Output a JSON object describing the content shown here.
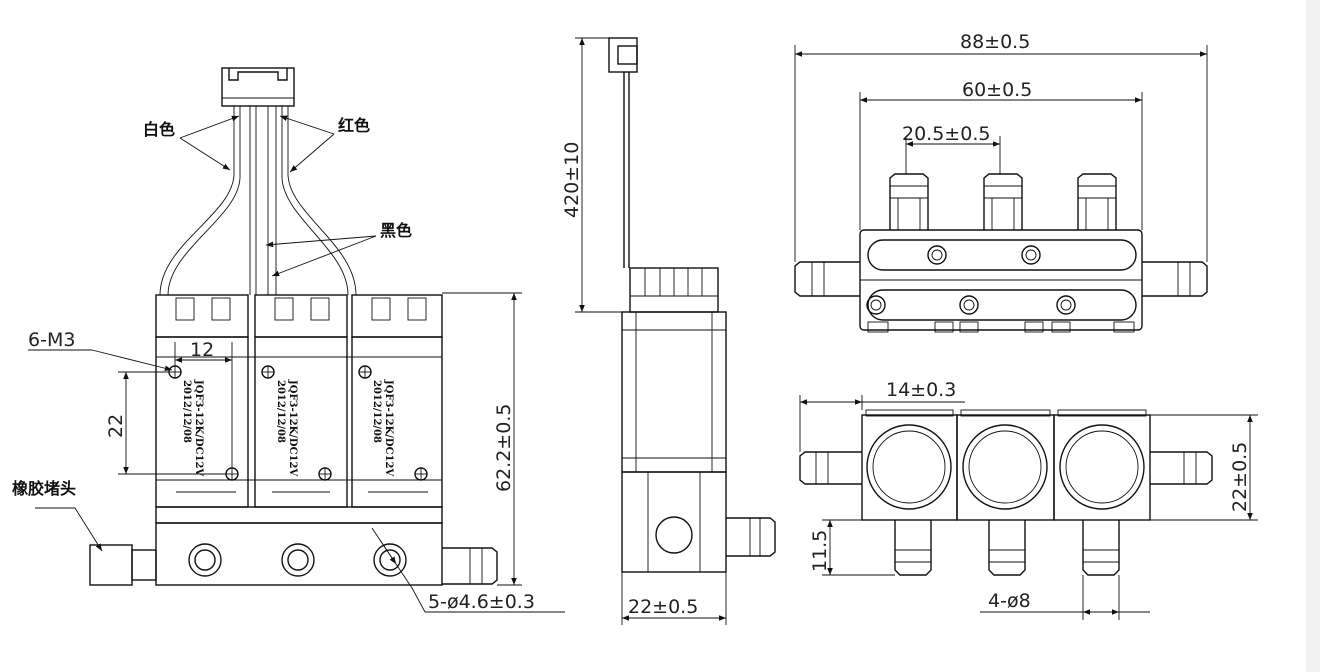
{
  "labels": {
    "white": "白色",
    "red": "红色",
    "black": "黑色",
    "rubber_plug": "橡胶堵头"
  },
  "dims": {
    "m3": "6-M3",
    "d12": "12",
    "d22_left": "22",
    "d622": "62.2±0.5",
    "holes": "5-ø4.6±0.3",
    "d420": "420±10",
    "d22side": "22±0.5",
    "d88": "88±0.5",
    "d60": "60±0.5",
    "d205": "20.5±0.5",
    "d14": "14±0.3",
    "d22right": "22±0.5",
    "d115": "11.5",
    "d48": "4-ø8"
  },
  "markings": {
    "model": "JQF3-12K/DC12V",
    "date": "2012/12/08"
  }
}
